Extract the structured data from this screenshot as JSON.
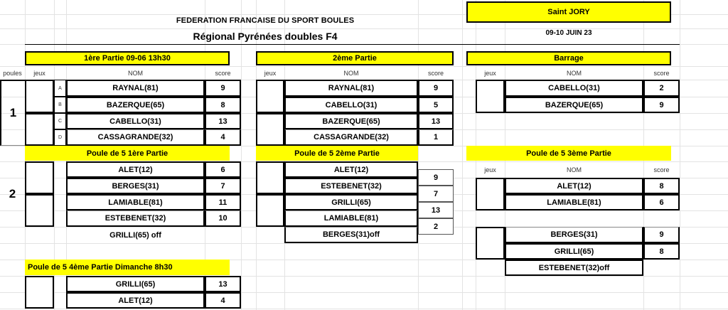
{
  "document": {
    "federation": "FEDERATION FRANCAISE DU SPORT BOULES",
    "event_title": "Régional Pyrénées doubles F4",
    "location": "Saint JORY",
    "dates": "09-10 JUIN 23"
  },
  "colors": {
    "highlight": "#FFFF00",
    "border": "#000000",
    "gridline": "#E3E3E3"
  },
  "columns": {
    "poules": "poules",
    "jeux": "jeux",
    "nom": "NOM",
    "score": "score"
  },
  "poule1": {
    "label": "1",
    "letters": [
      "A",
      "B",
      "C",
      "D"
    ],
    "partie1": {
      "banner": "1ère Partie 09-06 13h30",
      "rows": [
        {
          "letter": "A",
          "nom": "RAYNAL(81)",
          "score": "9"
        },
        {
          "letter": "B",
          "nom": "BAZERQUE(65)",
          "score": "8"
        },
        {
          "letter": "C",
          "nom": "CABELLO(31)",
          "score": "13"
        },
        {
          "letter": "D",
          "nom": "CASSAGRANDE(32)",
          "score": "4"
        }
      ]
    },
    "partie2": {
      "banner": "2ème Partie",
      "rows": [
        {
          "nom": "RAYNAL(81)",
          "score": "9"
        },
        {
          "nom": "CABELLO(31)",
          "score": "5"
        },
        {
          "nom": "BAZERQUE(65)",
          "score": "13"
        },
        {
          "nom": "CASSAGRANDE(32)",
          "score": "1"
        }
      ]
    },
    "barrage": {
      "banner": "Barrage",
      "rows": [
        {
          "nom": "CABELLO(31)",
          "score": "2"
        },
        {
          "nom": "BAZERQUE(65)",
          "score": "9"
        }
      ]
    }
  },
  "poule2": {
    "label": "2",
    "partie1": {
      "banner": "Poule de 5 1ère Partie",
      "rows": [
        {
          "nom": "ALET(12)",
          "score": "6"
        },
        {
          "nom": "BERGES(31)",
          "score": "7"
        },
        {
          "nom": "LAMIABLE(81)",
          "score": "11"
        },
        {
          "nom": "ESTEBENET(32)",
          "score": "10"
        }
      ],
      "bye": "GRILLI(65) off"
    },
    "partie2": {
      "banner": "Poule de 5 2ème Partie",
      "rows": [
        {
          "nom": "ALET(12)",
          "score": "9"
        },
        {
          "nom": "ESTEBENET(32)",
          "score": "7"
        },
        {
          "nom": "GRILLI(65)",
          "score": "13"
        },
        {
          "nom": "LAMIABLE(81)",
          "score": "2"
        }
      ],
      "bye": "BERGES(31)off"
    },
    "partie3": {
      "banner": "Poule de 5 3ème Partie",
      "group_a": [
        {
          "nom": "ALET(12)",
          "score": "8"
        },
        {
          "nom": "LAMIABLE(81)",
          "score": "6"
        }
      ],
      "group_b": [
        {
          "nom": "BERGES(31)",
          "score": "9"
        },
        {
          "nom": "GRILLI(65)",
          "score": "8"
        }
      ],
      "bye": "ESTEBENET(32)off"
    },
    "partie4": {
      "banner": "Poule de 5 4ème Partie Dimanche 8h30",
      "rows": [
        {
          "nom": "GRILLI(65)",
          "score": "13"
        },
        {
          "nom": "ALET(12)",
          "score": "4"
        }
      ]
    }
  }
}
